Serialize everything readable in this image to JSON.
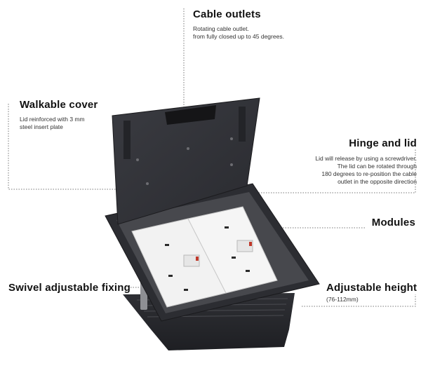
{
  "callouts": {
    "cable_outlets": {
      "title": "Cable outlets",
      "lines": [
        "Rotating cable outlet.",
        "from fully closed up to 45 degrees."
      ]
    },
    "walkable_cover": {
      "title": "Walkable cover",
      "lines": [
        "Lid reinforced with 3 mm",
        "steel insert plate"
      ]
    },
    "hinge_and_lid": {
      "title": "Hinge and lid",
      "lines": [
        "Lid will release by using a screwdriver.",
        "The lid can be rotated through",
        "180 degrees to re-position the cable",
        "outlet in the opposite direction"
      ]
    },
    "modules": {
      "title": "Modules"
    },
    "swivel_fixing": {
      "title": "Swivel adjustable fixing"
    },
    "adjustable_height": {
      "title": "Adjustable height",
      "lines": [
        "(76-112mm)"
      ]
    }
  }
}
